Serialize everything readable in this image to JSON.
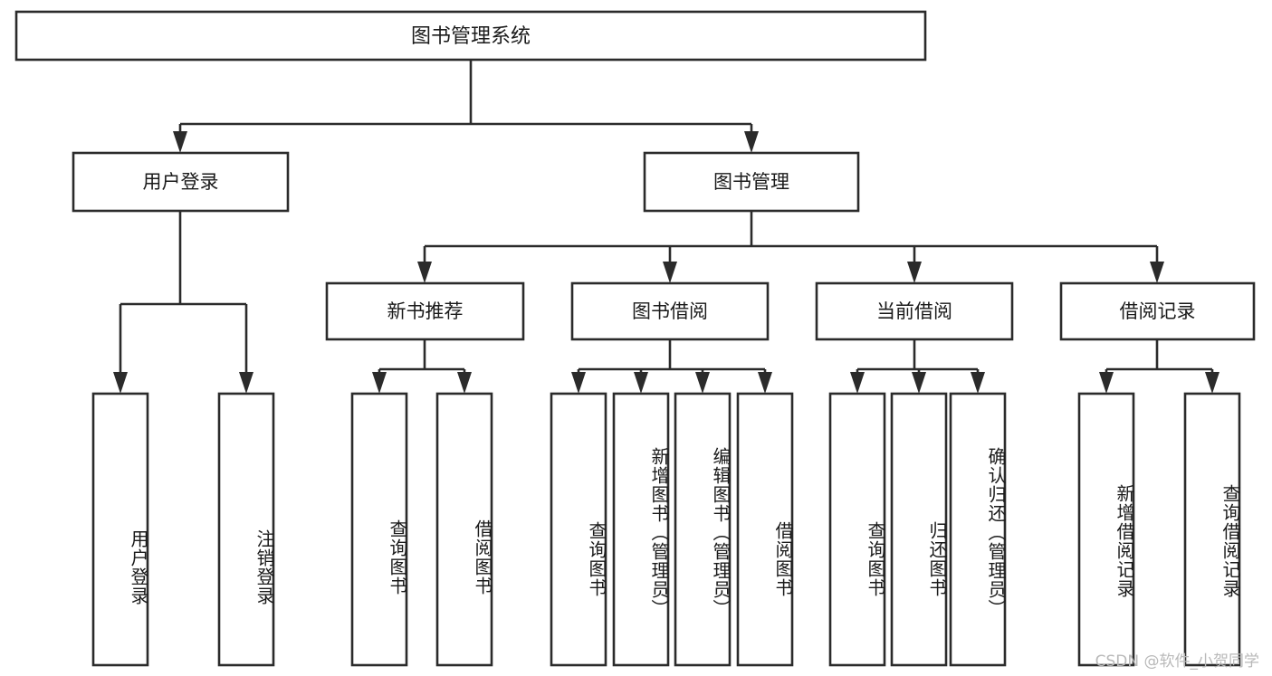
{
  "diagram": {
    "title": "图书管理系统",
    "type": "功能结构图",
    "style": {
      "box_fill": "#ffffff",
      "box_stroke": "#2b2b2b",
      "text_color": "#1a1a1a",
      "background": "#ffffff",
      "watermark_color": "#b9b9b9"
    },
    "root": {
      "label": "图书管理系统"
    },
    "level2": [
      {
        "label": "用户登录"
      },
      {
        "label": "图书管理"
      }
    ],
    "level3": [
      {
        "label": "新书推荐"
      },
      {
        "label": "图书借阅"
      },
      {
        "label": "当前借阅"
      },
      {
        "label": "借阅记录"
      }
    ],
    "leaves": {
      "user_login": [
        {
          "label": "用户登录"
        },
        {
          "label": "注销登录"
        }
      ],
      "new_book_recommend": [
        {
          "label": "查询图书"
        },
        {
          "label": "借阅图书"
        }
      ],
      "book_borrow": [
        {
          "label": "查询图书"
        },
        {
          "label": "新增图书（管理员）"
        },
        {
          "label": "编辑图书（管理员）"
        },
        {
          "label": "借阅图书"
        }
      ],
      "current_borrow": [
        {
          "label": "查询图书"
        },
        {
          "label": "归还图书"
        },
        {
          "label": "确认归还（管理员）"
        }
      ],
      "borrow_record": [
        {
          "label": "新增借阅记录"
        },
        {
          "label": "查询借阅记录"
        }
      ]
    }
  },
  "watermark": {
    "text": "CSDN @软件_小贺同学"
  }
}
